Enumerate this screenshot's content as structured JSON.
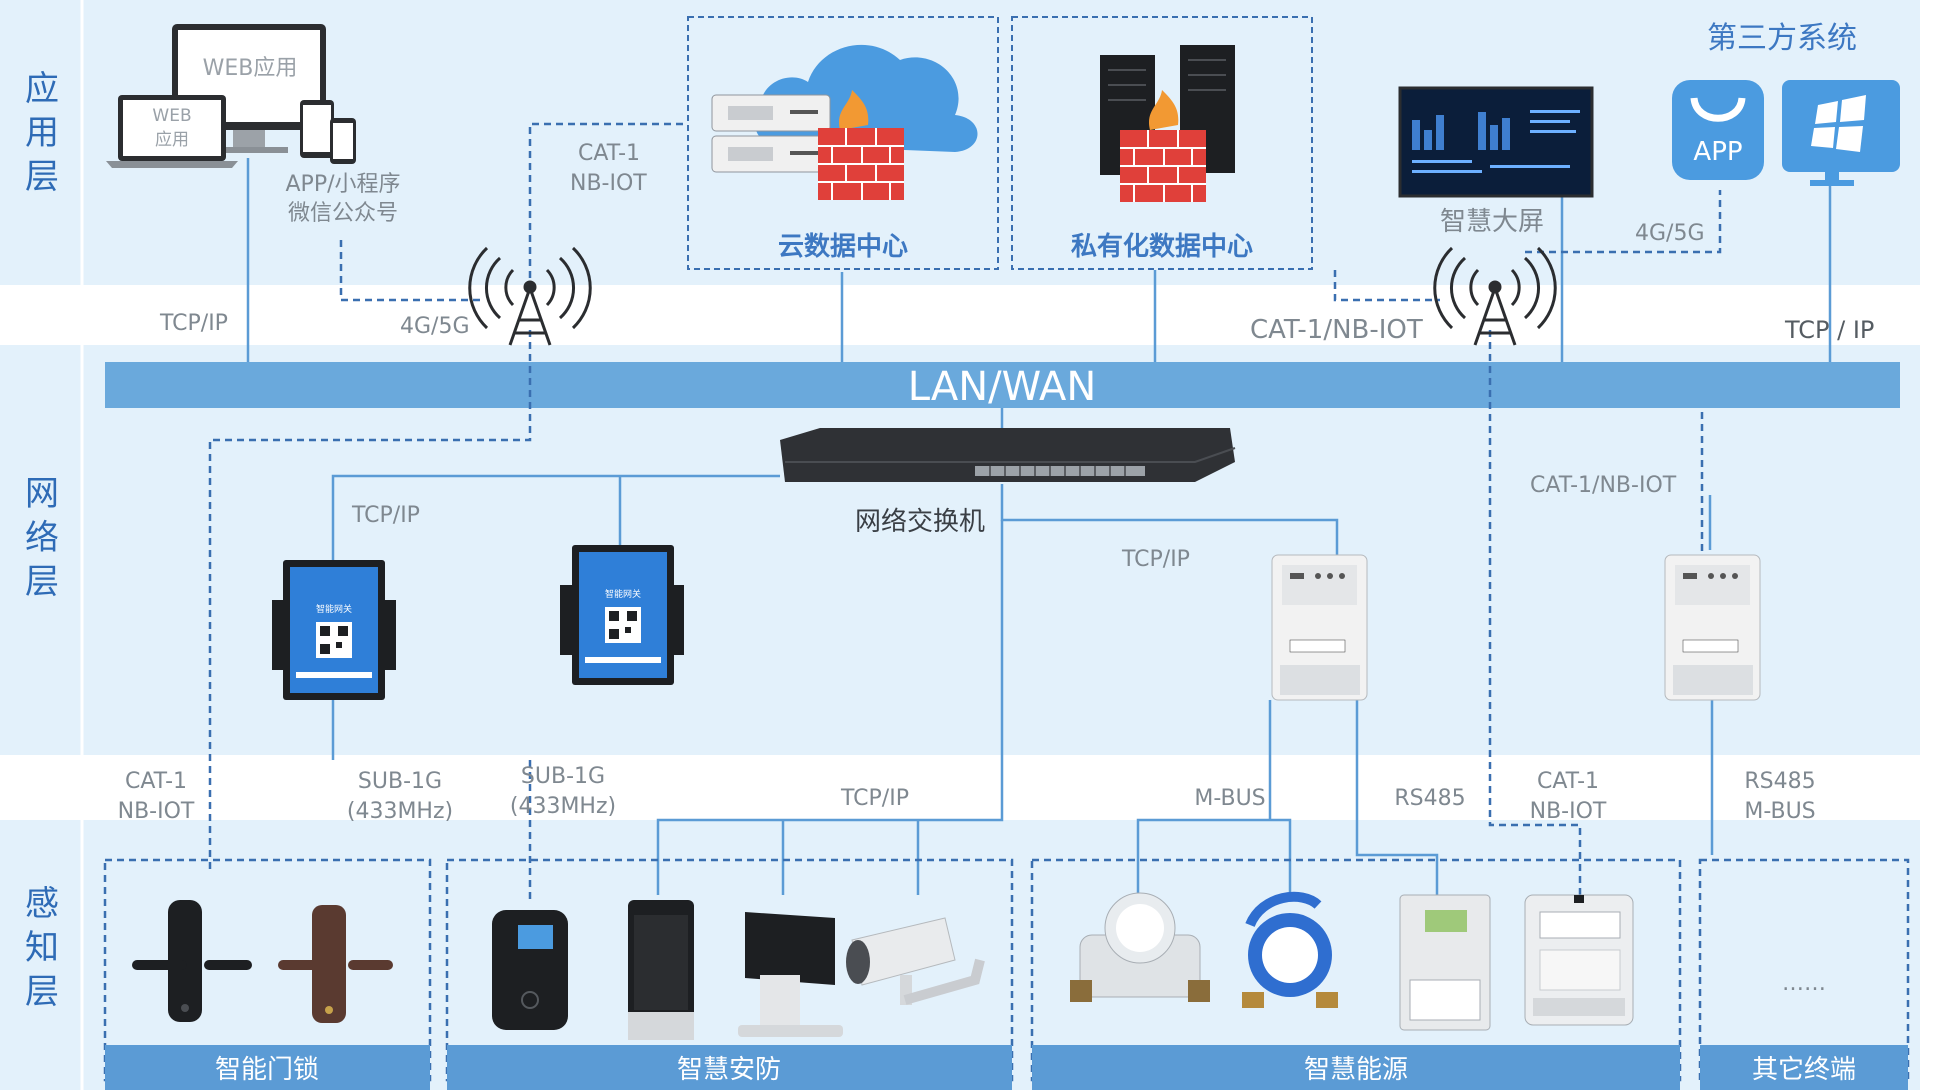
{
  "layers": {
    "application": "应用层",
    "network": "网络层",
    "perception": "感知层"
  },
  "application": {
    "web_app_large": "WEB应用",
    "web_app_small_line1": "WEB",
    "web_app_small_line2": "应用",
    "app_mini_line1": "APP/小程序",
    "app_mini_line2": "微信公众号",
    "cloud_dc": "云数据中心",
    "private_dc": "私有化数据中心",
    "smart_screen": "智慧大屏",
    "third_party": "第三方系统",
    "app_icon_text": "APP"
  },
  "links": {
    "tcpip_left": "TCP/IP",
    "g45_left": "4G/5G",
    "cat1_nbiot_top_line1": "CAT-1",
    "cat1_nbiot_top_line2": "NB-IOT",
    "cat1_nbiot_right": "CAT-1/NB-IOT",
    "g45_right": "4G/5G",
    "tcpip_right": "TCP / IP",
    "lan_wan": "LAN/WAN",
    "switch": "网络交换机",
    "tcpip_gateway": "TCP/IP",
    "tcpip_meter": "TCP/IP",
    "cat1_nbiot_meter2": "CAT-1/NB-IOT",
    "cat1_nbiot_lock_line1": "CAT-1",
    "cat1_nbiot_lock_line2": "NB-IOT",
    "sub1g_a_line1": "SUB-1G",
    "sub1g_a_line2": "(433MHz)",
    "sub1g_b_line1": "SUB-1G",
    "sub1g_b_line2": "(433MHz)",
    "tcpip_security": "TCP/IP",
    "mbus": "M-BUS",
    "rs485": "RS485",
    "cat1_nbiot_energy_line1": "CAT-1",
    "cat1_nbiot_energy_line2": "NB-IOT",
    "rs485_mbus_line1": "RS485",
    "rs485_mbus_line2": "M-BUS"
  },
  "devices": {
    "gateway_title": "智能网关"
  },
  "groups": {
    "smart_lock": "智能门锁",
    "smart_security": "智慧安防",
    "smart_energy": "智慧能源",
    "other_terminals": "其它终端",
    "ellipsis": "……"
  },
  "colors": {
    "band": "#e3f1fb",
    "band_dark": "#d6eaf8",
    "lan_bar": "#6aa9dc",
    "line": "#5b9bd5",
    "dash": "#3a6fb0",
    "group_bar": "#5b9bd5",
    "text_gray": "#7f8890",
    "text_blue": "#3d78c2",
    "layer_text": "#2e6bb6",
    "firewall": "#e0403a"
  }
}
